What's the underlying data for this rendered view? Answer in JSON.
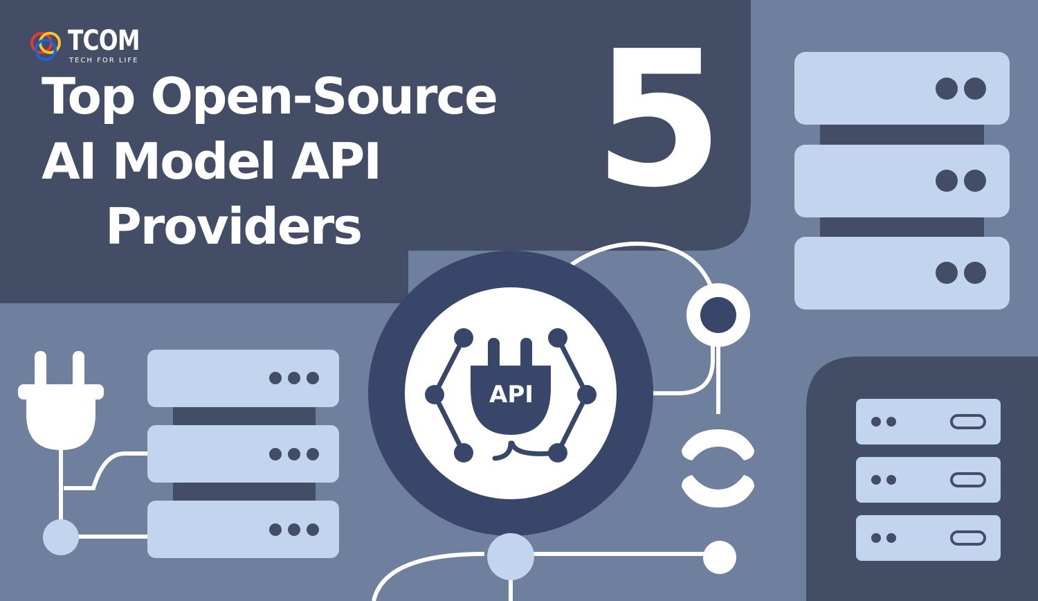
{
  "logo": {
    "name": "TCOM",
    "tagline": "TECH FOR LIFE"
  },
  "headline": {
    "line1": "Top Open-Source",
    "line2": "AI Model API",
    "line3": "Providers"
  },
  "number": "5",
  "hub": {
    "label": "API"
  },
  "icons": [
    "plug-icon",
    "server-rack-icon",
    "api-plug-icon",
    "connection-node-icon",
    "link-icon"
  ],
  "colors": {
    "background": "#6f7f9e",
    "dark_panel": "#434d66",
    "navy_circle": "#384669",
    "server_unit": "#c3d4ef",
    "white": "#ffffff",
    "logo_red": "#e53935",
    "logo_yellow": "#f9c623",
    "logo_blue": "#1e63d6"
  }
}
